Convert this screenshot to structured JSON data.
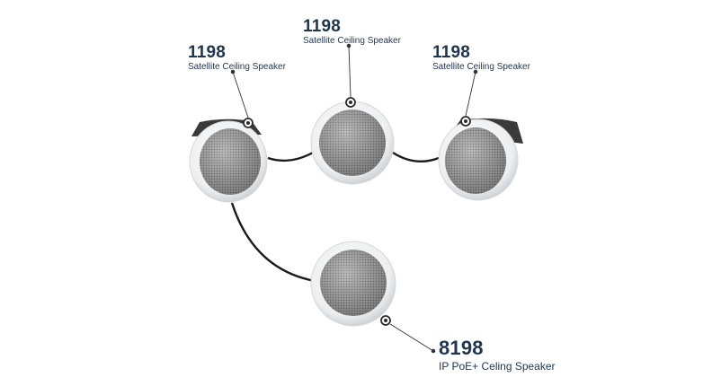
{
  "speakers": [
    {
      "model": "1198",
      "description": "Satellite Ceiling Speaker"
    },
    {
      "model": "1198",
      "description": "Satellite Ceiling Speaker"
    },
    {
      "model": "1198",
      "description": "Satellite Ceiling Speaker"
    },
    {
      "model": "8198",
      "description": "IP PoE+ Celing Speaker"
    }
  ],
  "colors": {
    "text": "#1f3550",
    "cable": "#1a1a1a",
    "trim": "#eef0f2",
    "grille": "#9a9a9a",
    "housing": "#3a3a3a"
  }
}
